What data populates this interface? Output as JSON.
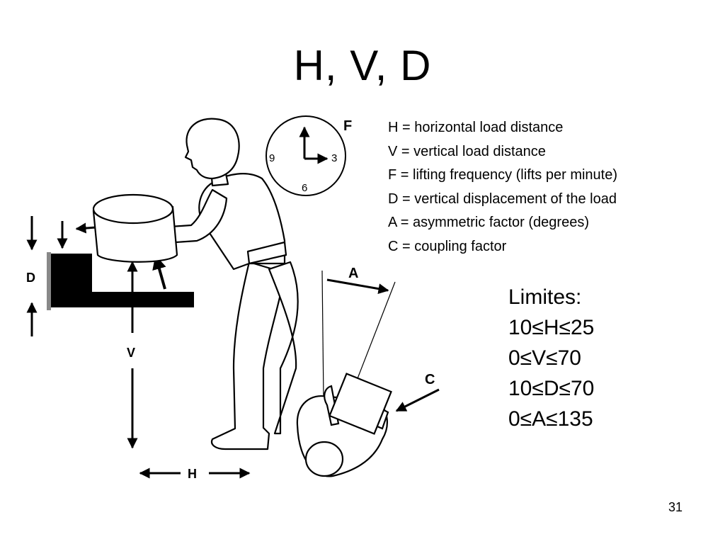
{
  "slide": {
    "title": "H, V, D",
    "page_number": "31"
  },
  "definitions": [
    "H = horizontal load distance",
    "V = vertical load distance",
    "F = lifting frequency (lifts per minute)",
    "D = vertical displacement of the load",
    "A = asymmetric factor (degrees)",
    "C = coupling factor"
  ],
  "limits": {
    "heading": "Limites:",
    "items": [
      "10≤H≤25",
      "0≤V≤70",
      "10≤D≤70",
      "0≤A≤135"
    ]
  },
  "illustration": {
    "labels": {
      "h": "H",
      "v": "V",
      "d": "D",
      "f": "F",
      "a": "A",
      "c": "C"
    },
    "clock": {
      "num_9": "9",
      "num_3": "3",
      "num_6": "6"
    }
  }
}
